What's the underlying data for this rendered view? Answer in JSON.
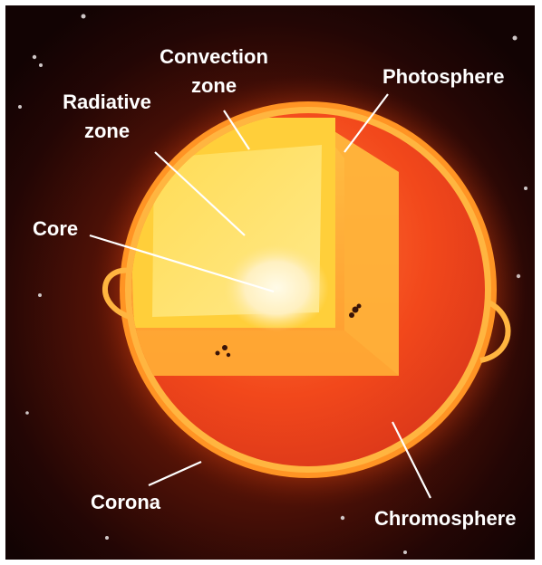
{
  "labels": {
    "convection_line1": "Convection",
    "convection_line2": "zone",
    "radiative_line1": "Radiative",
    "radiative_line2": "zone",
    "core": "Core",
    "photosphere": "Photosphere",
    "corona": "Corona",
    "chromosphere": "Chromosphere"
  },
  "colors": {
    "space": "#140404",
    "corona_glow": "#8a1808",
    "chromosphere": "#f24a1d",
    "photosphere_shell": "#ffb43a",
    "convection": "#ffd23a",
    "radiative": "#ffe56a",
    "core": "#fff2c8",
    "label": "#ffffff"
  }
}
